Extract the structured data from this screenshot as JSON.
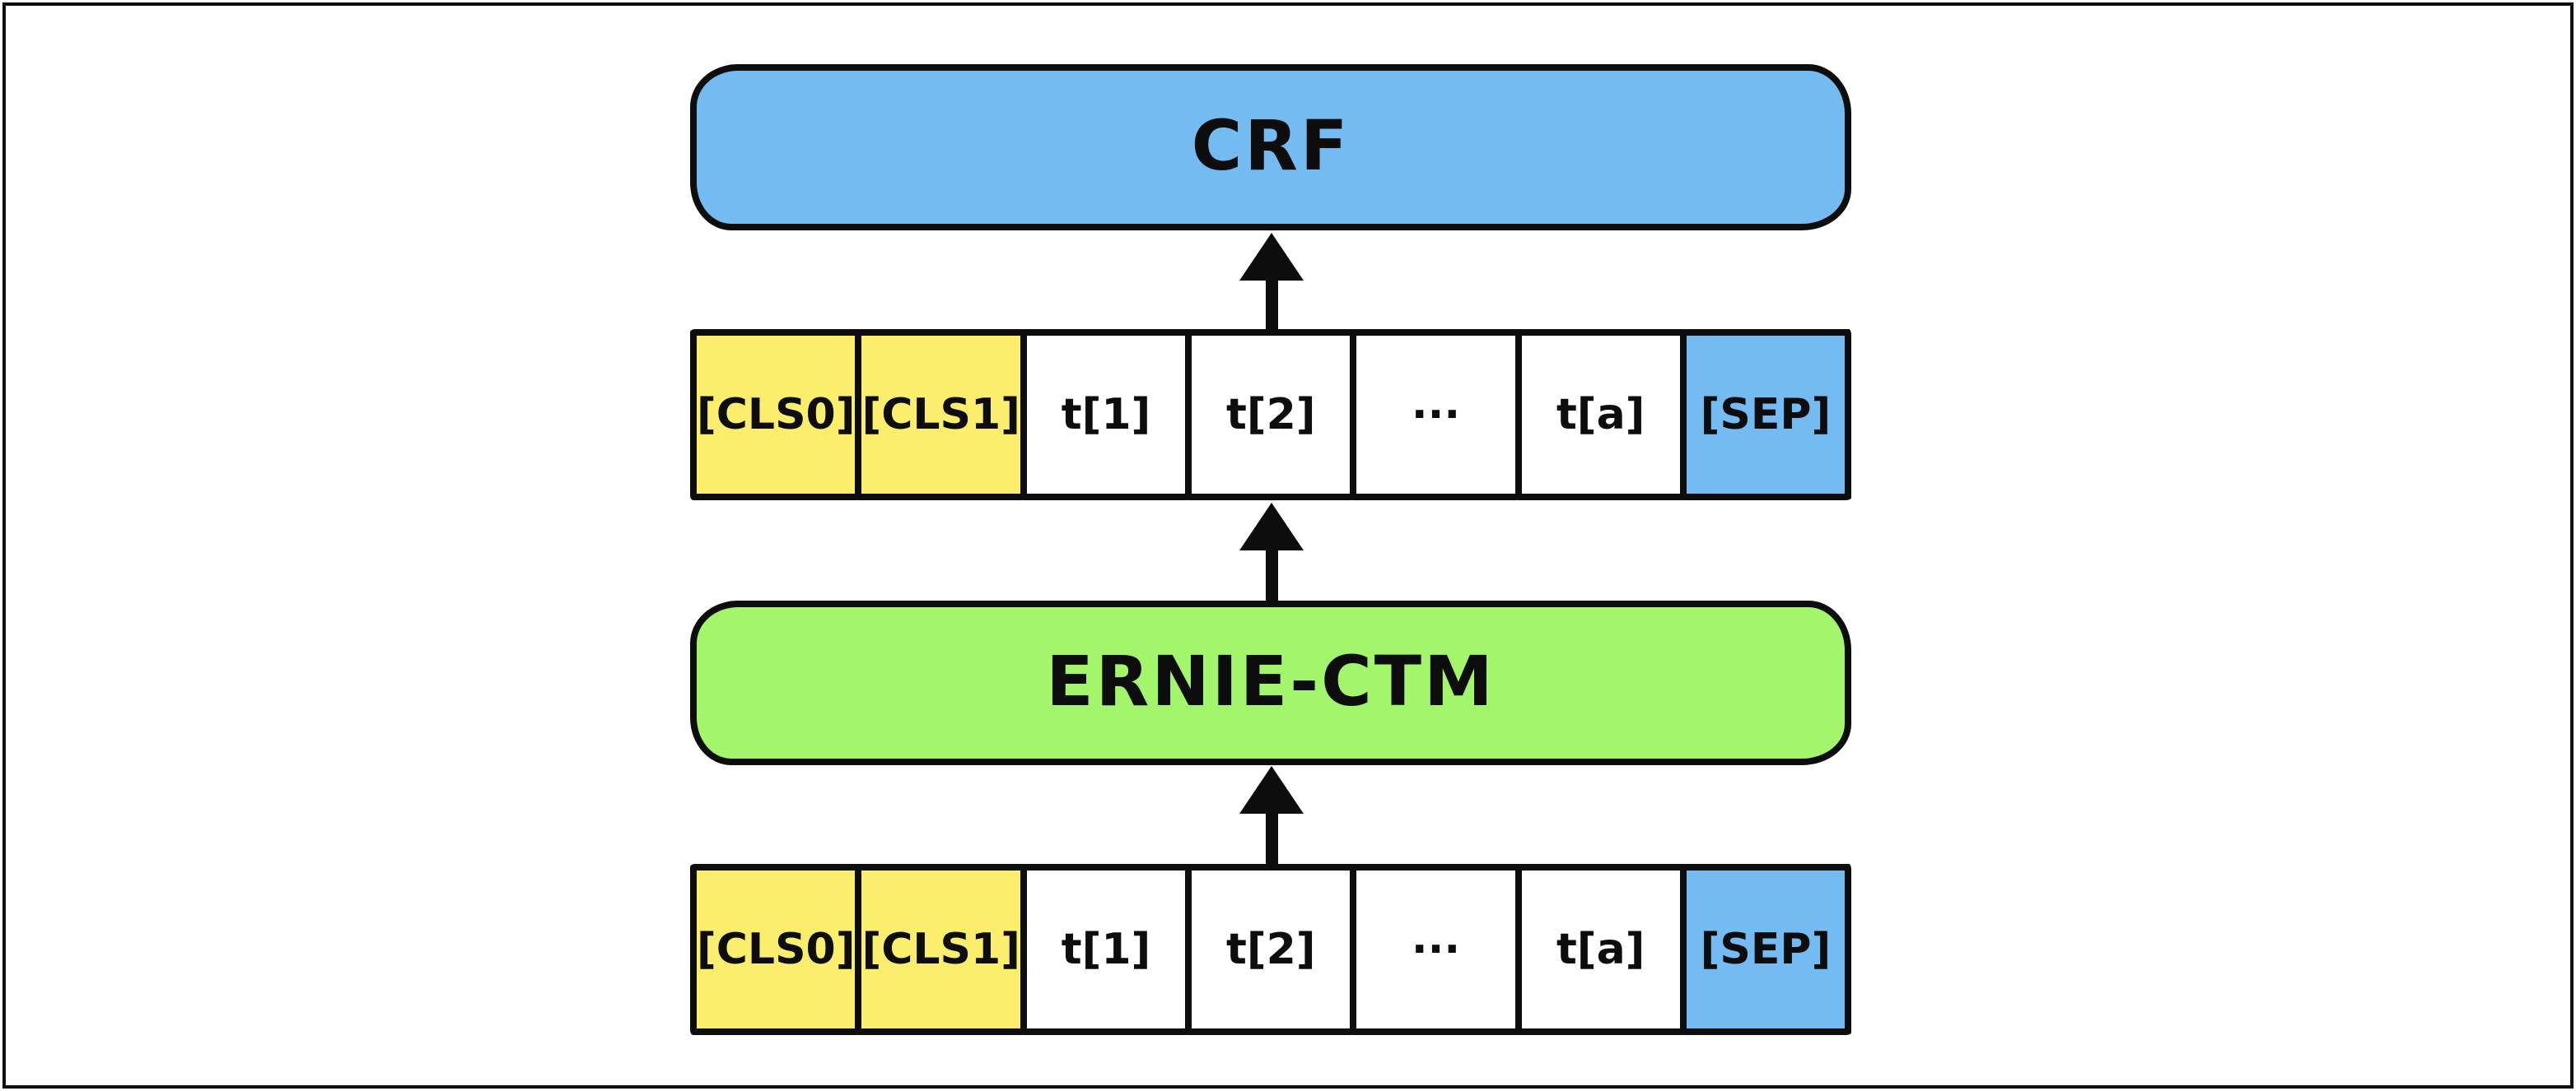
{
  "diagram": {
    "crf_box": {
      "label": "CRF",
      "fill": "blue"
    },
    "ernie_box": {
      "label": "ERNIE-CTM",
      "fill": "green"
    },
    "upper_row": {
      "cells": [
        {
          "label": "[CLS0]",
          "fill": "yellow"
        },
        {
          "label": "[CLS1]",
          "fill": "yellow"
        },
        {
          "label": "t[1]",
          "fill": "white"
        },
        {
          "label": "t[2]",
          "fill": "white"
        },
        {
          "label": "···",
          "fill": "white"
        },
        {
          "label": "t[a]",
          "fill": "white"
        },
        {
          "label": "[SEP]",
          "fill": "blue"
        }
      ]
    },
    "lower_row": {
      "cells": [
        {
          "label": "[CLS0]",
          "fill": "yellow"
        },
        {
          "label": "[CLS1]",
          "fill": "yellow"
        },
        {
          "label": "t[1]",
          "fill": "white"
        },
        {
          "label": "t[2]",
          "fill": "white"
        },
        {
          "label": "···",
          "fill": "white"
        },
        {
          "label": "t[a]",
          "fill": "white"
        },
        {
          "label": "[SEP]",
          "fill": "blue"
        }
      ]
    },
    "arrows": [
      {
        "direction": "up"
      },
      {
        "direction": "up"
      },
      {
        "direction": "up"
      }
    ]
  },
  "colors": {
    "blue": "#74bbf2",
    "yellow": "#fcee6d",
    "green": "#a3f56c",
    "white": "#ffffff",
    "stroke": "#0d0d0d",
    "background": "#ffffff"
  }
}
